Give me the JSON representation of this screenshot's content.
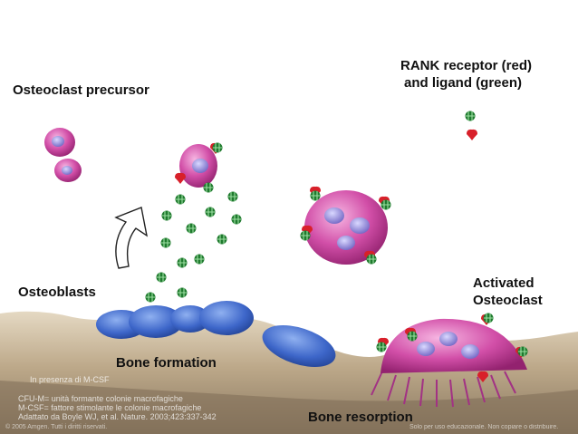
{
  "labels": {
    "precursor": "Osteoclast precursor",
    "rank_line1": "RANK receptor (red)",
    "rank_line2": "and ligand (green)",
    "osteoblasts": "Osteoblasts",
    "activated_line1": "Activated",
    "activated_line2": "Osteoclast",
    "bone_formation": "Bone formation",
    "bone_resorption": "Bone resorption"
  },
  "footnotes": {
    "mcsf": "In presenza di M-CSF",
    "cfu": "CFU-M= unità formante colonie macrofagiche",
    "mcsf_def": "M-CSF= fattore stimolante le colonie macrofagiche",
    "ref": "Adattato da Boyle WJ, et al. Nature. 2003;423:337-342",
    "copyright": "© 2005 Amgen. Tutti i diritti riservati.",
    "note_right": "Solo per uso educazionale. Non copiare o distribuire."
  },
  "colors": {
    "receptor_red": "#d8202a",
    "ligand_green": "#1f7a2e",
    "osteoclast_pink": "#d24fa8",
    "osteoblast_blue": "#3d66c9",
    "bone_tan": "#c9b79a"
  }
}
